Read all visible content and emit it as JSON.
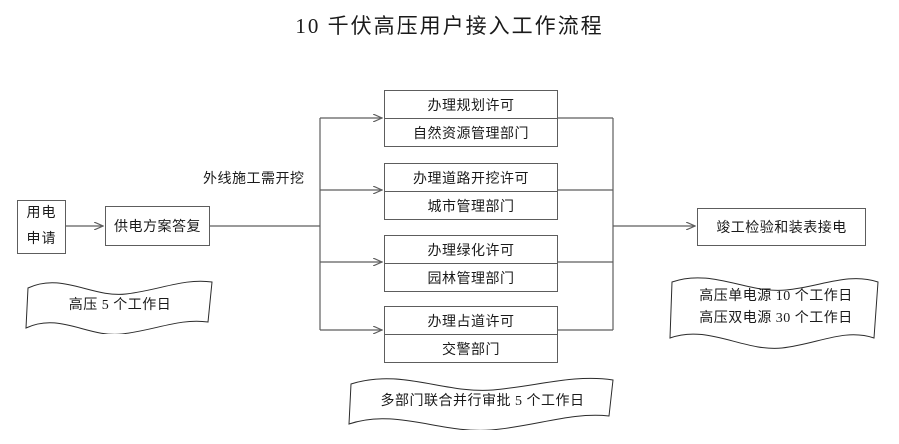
{
  "page": {
    "title": "10 千伏高压用户接入工作流程"
  },
  "flow": {
    "start": {
      "name": "用电申请",
      "line1": "用电",
      "line2": "申请"
    },
    "reply": {
      "label": "供电方案答复"
    },
    "branch_note": "外线施工需开挖",
    "permits": [
      {
        "action": "办理规划许可",
        "department": "自然资源管理部门"
      },
      {
        "action": "办理道路开挖许可",
        "department": "城市管理部门"
      },
      {
        "action": "办理绿化许可",
        "department": "园林管理部门"
      },
      {
        "action": "办理占道许可",
        "department": "交警部门"
      }
    ],
    "finish": {
      "label": "竣工检验和装表接电"
    }
  },
  "banners": {
    "left": {
      "line1": "高压 5 个工作日"
    },
    "bottom": {
      "line1": "多部门联合并行审批 5 个工作日"
    },
    "right": {
      "line1": "高压单电源 10 个工作日",
      "line2": "高压双电源 30 个工作日"
    }
  },
  "colors": {
    "stroke": "#5d5d5d",
    "text": "#1a1a1a",
    "background": "#ffffff"
  }
}
